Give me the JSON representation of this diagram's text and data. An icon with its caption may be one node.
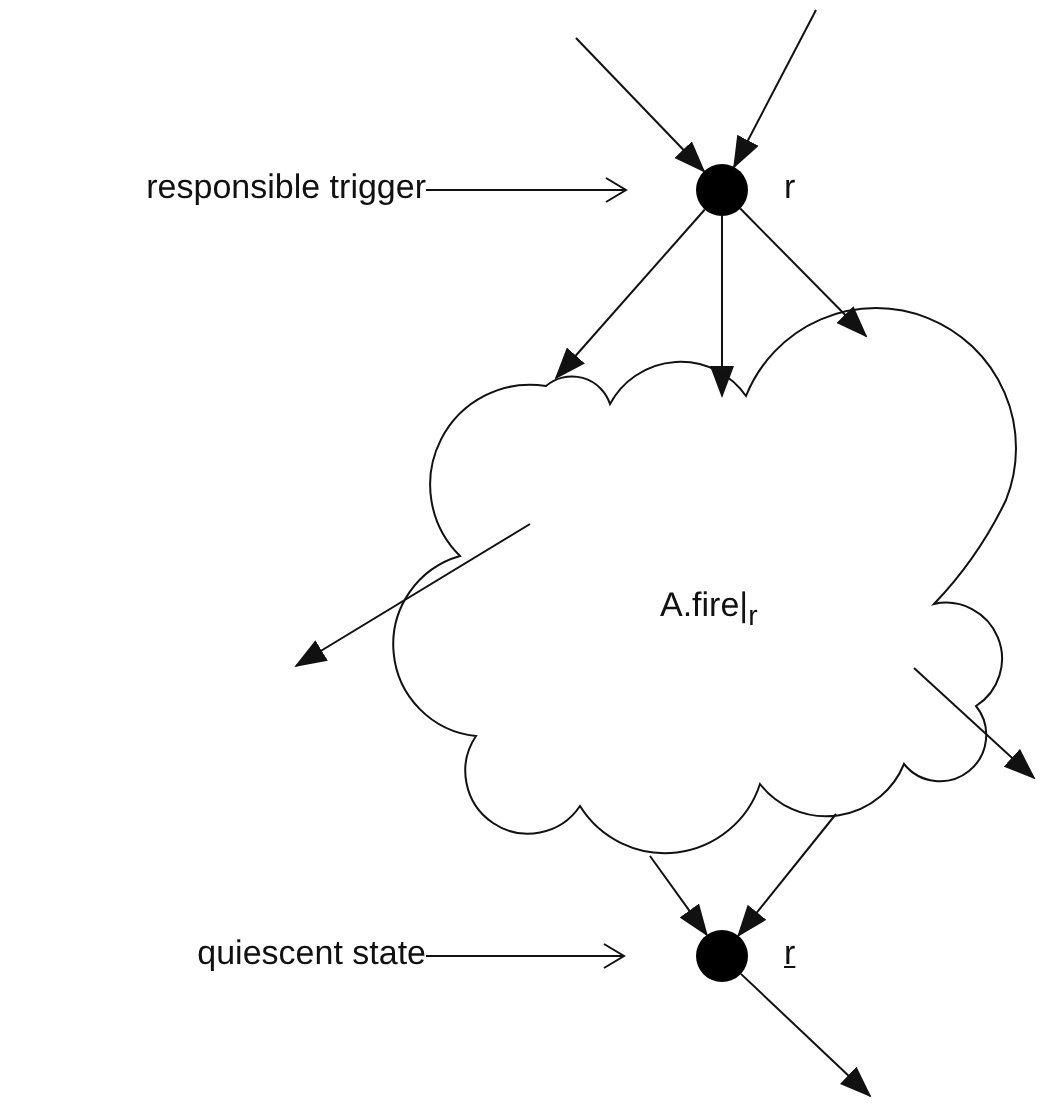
{
  "diagram": {
    "nodes": [
      {
        "text": [
          "responsible trigger"
        ]
      },
      {
        "text": [],
        "shape": "circle"
      },
      {
        "text": [
          "A.fire|$_{r}$"
        ]
      },
      {
        "text": [
          "quiescent state"
        ]
      },
      {
        "text": [],
        "shape": "circle"
      }
    ],
    "edges": [
      {
        "from": null,
        "to": 1,
        "arrow": "to"
      },
      {
        "from": null,
        "to": 1,
        "arrow": "to"
      },
      {
        "from": 0,
        "to": 1,
        "arrow": "to"
      },
      {
        "from": 1,
        "to": 2,
        "arrow": "to"
      },
      {
        "from": 1,
        "to": 2,
        "arrow": "to"
      },
      {
        "from": 1,
        "to": 2,
        "arrow": "to"
      },
      {
        "from": 2,
        "to": null,
        "arrow": "to"
      },
      {
        "from": 2,
        "to": null,
        "arrow": "to"
      },
      {
        "from": 2,
        "to": 4,
        "arrow": "to"
      },
      {
        "from": 2,
        "to": 4,
        "arrow": "to"
      },
      {
        "from": 3,
        "to": 4,
        "arrow": "to"
      },
      {
        "from": 4,
        "to": null,
        "arrow": "to"
      }
    ],
    "labels": [
      "r",
      "r"
    ]
  }
}
